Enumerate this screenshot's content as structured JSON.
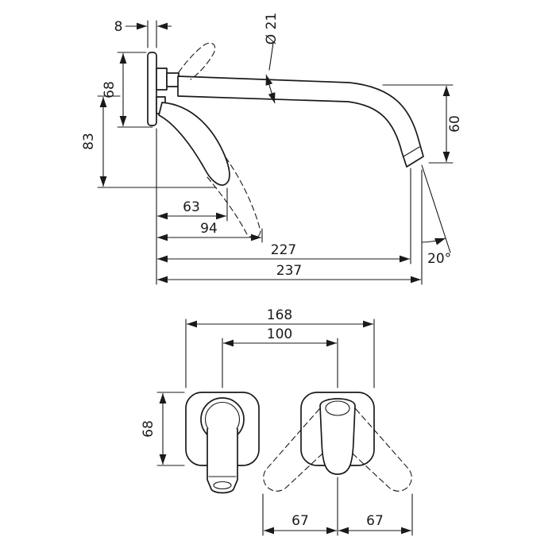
{
  "page": {
    "background": "#ffffff",
    "line_color": "#1a1a1a",
    "description": "Technical dimension drawing of wall-mounted single-lever basin mixer, side view and bottom view"
  },
  "dims": {
    "side": {
      "plate_thickness": "8",
      "plate_height": "68",
      "body_drop": "83",
      "spout_diameter": "Ø 21",
      "outlet_drop": "60",
      "handle_reach": "63",
      "handle_reach_open": "94",
      "outlet_reach": "227",
      "total_reach": "237",
      "outlet_angle": "20°"
    },
    "bottom": {
      "overall_width": "168",
      "hole_distance": "100",
      "escutcheon_height": "68",
      "swing_left": "67",
      "swing_right": "67"
    }
  }
}
